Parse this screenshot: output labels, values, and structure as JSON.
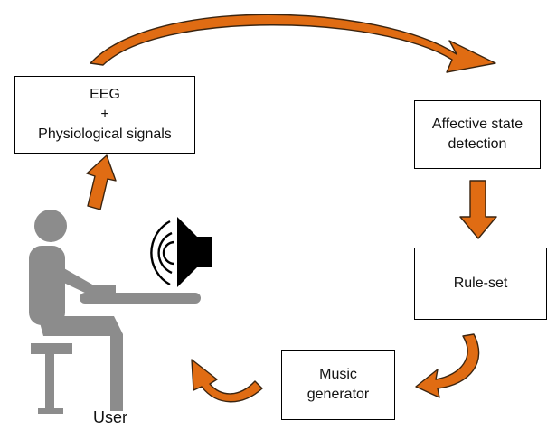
{
  "boxes": {
    "eeg": {
      "line1": "EEG",
      "line2": "+",
      "line3": "Physiological signals"
    },
    "affect": {
      "line1": "Affective state",
      "line2": "detection"
    },
    "rules": {
      "line1": "Rule-set"
    },
    "music": {
      "line1": "Music",
      "line2": "generator"
    }
  },
  "user_label": "User",
  "colors": {
    "arrow_fill": "#e06c13",
    "arrow_stroke": "#3a2410",
    "figure": "#8c8c8c",
    "box_border": "#000000"
  },
  "icons": [
    "user-figure-icon",
    "speaker-icon",
    "sound-waves-icon"
  ]
}
